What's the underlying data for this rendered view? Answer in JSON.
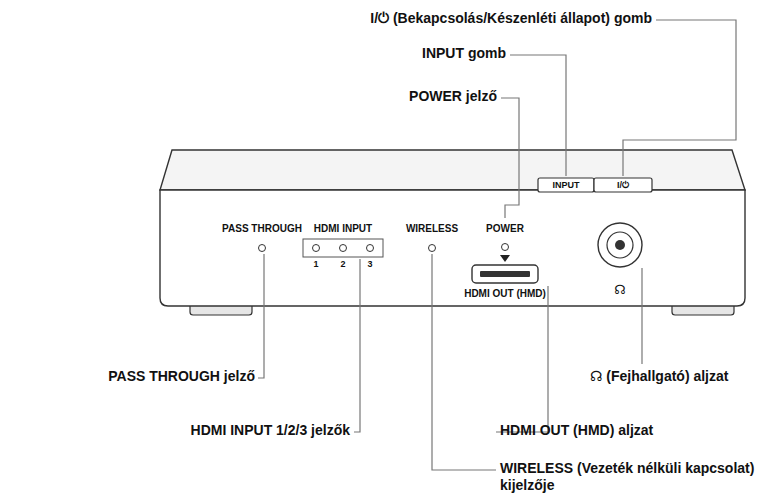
{
  "diagram": {
    "labels": [
      "I/⏻ (Bekapcsolás/Készenléti állapot) gomb",
      "INPUT gomb",
      "POWER jelző",
      "INPUT",
      "I/⏻",
      "PASS THROUGH",
      "HDMI INPUT",
      "1",
      "2",
      "3",
      "WIRELESS",
      "POWER",
      "HDMI OUT (HMD)",
      "☊",
      "PASS THROUGH jelző",
      "HDMI INPUT 1/2/3 jelzők",
      "☊ (Fejhallgató) aljzat",
      "HDMI OUT (HMD) aljzat",
      "WIRELESS (Vezeték nélküli kapcsolat) kijelzője"
    ]
  }
}
